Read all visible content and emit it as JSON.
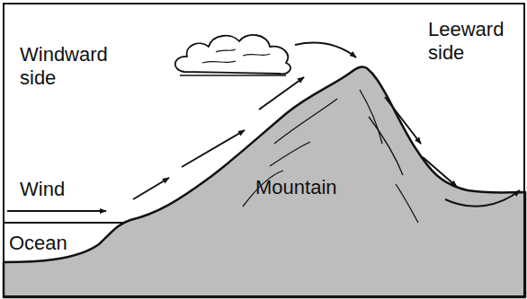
{
  "diagram": {
    "labels": [
      "Windward side",
      "Leeward side",
      "Wind",
      "Mountain",
      "Ocean"
    ]
  }
}
